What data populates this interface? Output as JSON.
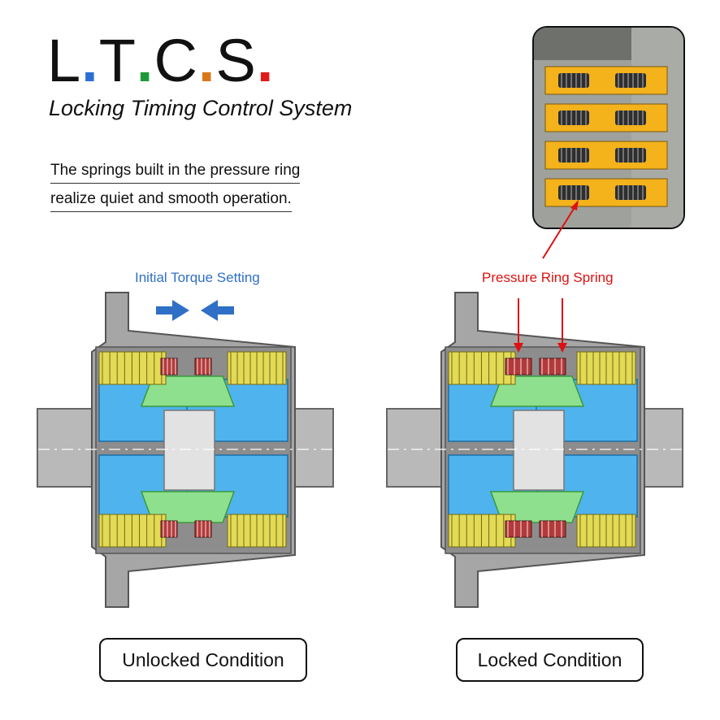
{
  "header": {
    "logo_parts": [
      {
        "letter": "L",
        "dot_color": "#2a6fd6"
      },
      {
        "letter": "T",
        "dot_color": "#1f9a3a"
      },
      {
        "letter": "C",
        "dot_color": "#d9771b"
      },
      {
        "letter": "S",
        "dot_color": "#e01b1b"
      }
    ],
    "subtitle": "Locking Timing Control System"
  },
  "description": {
    "line1": "The springs built in the pressure ring",
    "line2": "realize quiet and smooth operation."
  },
  "labels": {
    "initial_torque": "Initial Torque Setting",
    "pressure_ring_spring": "Pressure Ring Spring"
  },
  "conditions": {
    "unlocked": "Unlocked Condition",
    "locked": "Locked Condition"
  },
  "colors": {
    "housing": "#a6a6a6",
    "shaft": "#b9b9b9",
    "clutch_blue": "#4fb3ee",
    "cone_green": "#8ee08e",
    "spring_yellow": "#e3da55",
    "spring_red": "#b23a3a",
    "photo_plate": "#f4b21b",
    "accent_blue": "#2f6fc6",
    "accent_red": "#dd1111"
  },
  "icons": [
    "arrow-right-icon",
    "arrow-left-icon",
    "pointer-arrow-icon"
  ]
}
